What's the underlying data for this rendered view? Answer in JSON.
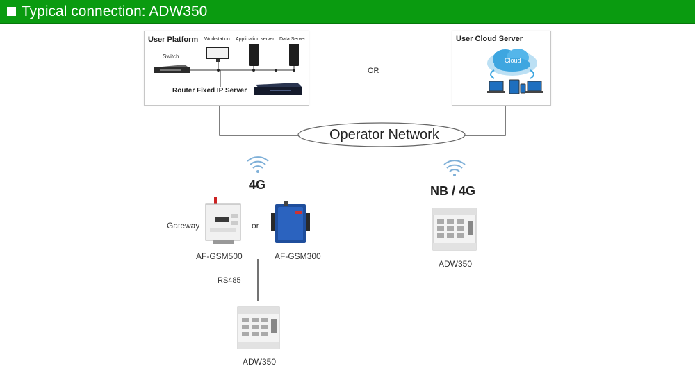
{
  "header": {
    "title": "Typical connection: ADW350"
  },
  "user_platform": {
    "title": "User Platform",
    "switch": "Switch",
    "workstation": "Workstation",
    "application_server": "Application server",
    "data_server": "Data Server",
    "router": "Router Fixed IP Server"
  },
  "or_label": "OR",
  "user_cloud": {
    "title": "User Cloud Server",
    "cloud": "Cloud"
  },
  "network": "Operator Network",
  "left_branch": {
    "signal": "4G",
    "gateway": "Gateway",
    "or": "or",
    "gsm500": "AF-GSM500",
    "gsm300": "AF-GSM300",
    "rs485": "RS485",
    "meter": "ADW350"
  },
  "right_branch": {
    "signal": "NB / 4G",
    "meter": "ADW350"
  },
  "colors": {
    "header": "#0a9b10",
    "line": "#555555",
    "gsm300": "#1f4e9c",
    "cloud": "#3ea6e0"
  }
}
